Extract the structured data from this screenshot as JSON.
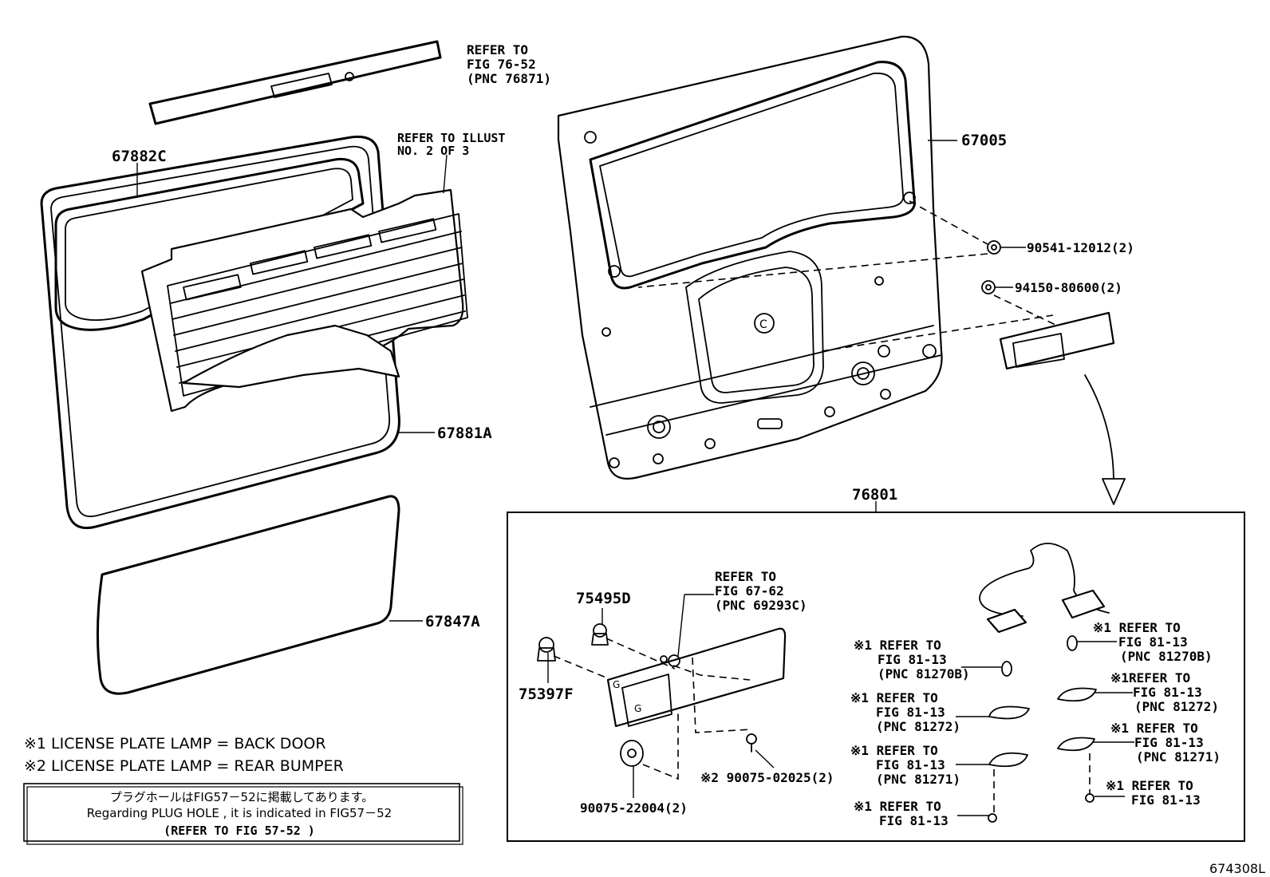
{
  "diagram_id": "674308L",
  "callouts": {
    "refer_76_52": [
      "REFER TO",
      "FIG 76-52",
      "(PNC 76871)"
    ],
    "refer_illust": [
      "REFER TO ILLUST",
      "NO. 2  OF 3"
    ],
    "p67882C": "67882C",
    "p67005": "67005",
    "p67881A": "67881A",
    "p67847A": "67847A",
    "p90541": "90541-12012(2)",
    "p94150": "94150-80600(2)",
    "p76801": "76801",
    "p75495D": "75495D",
    "p75397F": "75397F",
    "refer_67_62": [
      "REFER TO",
      "FIG 67-62",
      "(PNC 69293C)"
    ],
    "p90075_02025": "※2  90075-02025(2)",
    "p90075_22004": "90075-22004(2)",
    "left_81270B": [
      "※1 REFER TO",
      "FIG 81-13",
      "(PNC 81270B)"
    ],
    "left_81272": [
      "※1 REFER TO",
      "FIG 81-13",
      "(PNC 81272)"
    ],
    "left_81271": [
      "※1 REFER TO",
      "FIG 81-13",
      "(PNC 81271)"
    ],
    "left_81_13": [
      "※1 REFER TO",
      "FIG 81-13"
    ],
    "right_81270B": [
      "※1 REFER TO",
      "FIG 81-13",
      "(PNC 81270B)"
    ],
    "right_81272": [
      "※1REFER TO",
      "FIG 81-13",
      "(PNC 81272)"
    ],
    "right_81271": [
      "※1 REFER TO",
      "FIG 81-13",
      "(PNC 81271)"
    ],
    "right_81_13": [
      "※1 REFER TO",
      "FIG 81-13"
    ]
  },
  "legend": [
    "※1 LICENSE  PLATE LAMP = BACK DOOR",
    "※2 LICENSE  PLATE LAMP = REAR BUMPER"
  ],
  "note": [
    "プラグホールはFIG57－52に掲載してあります。",
    "Regarding  PLUG HOLE , it is  indicated  in  FIG57－52",
    "(REFER  TO  FIG 57-52    )"
  ]
}
